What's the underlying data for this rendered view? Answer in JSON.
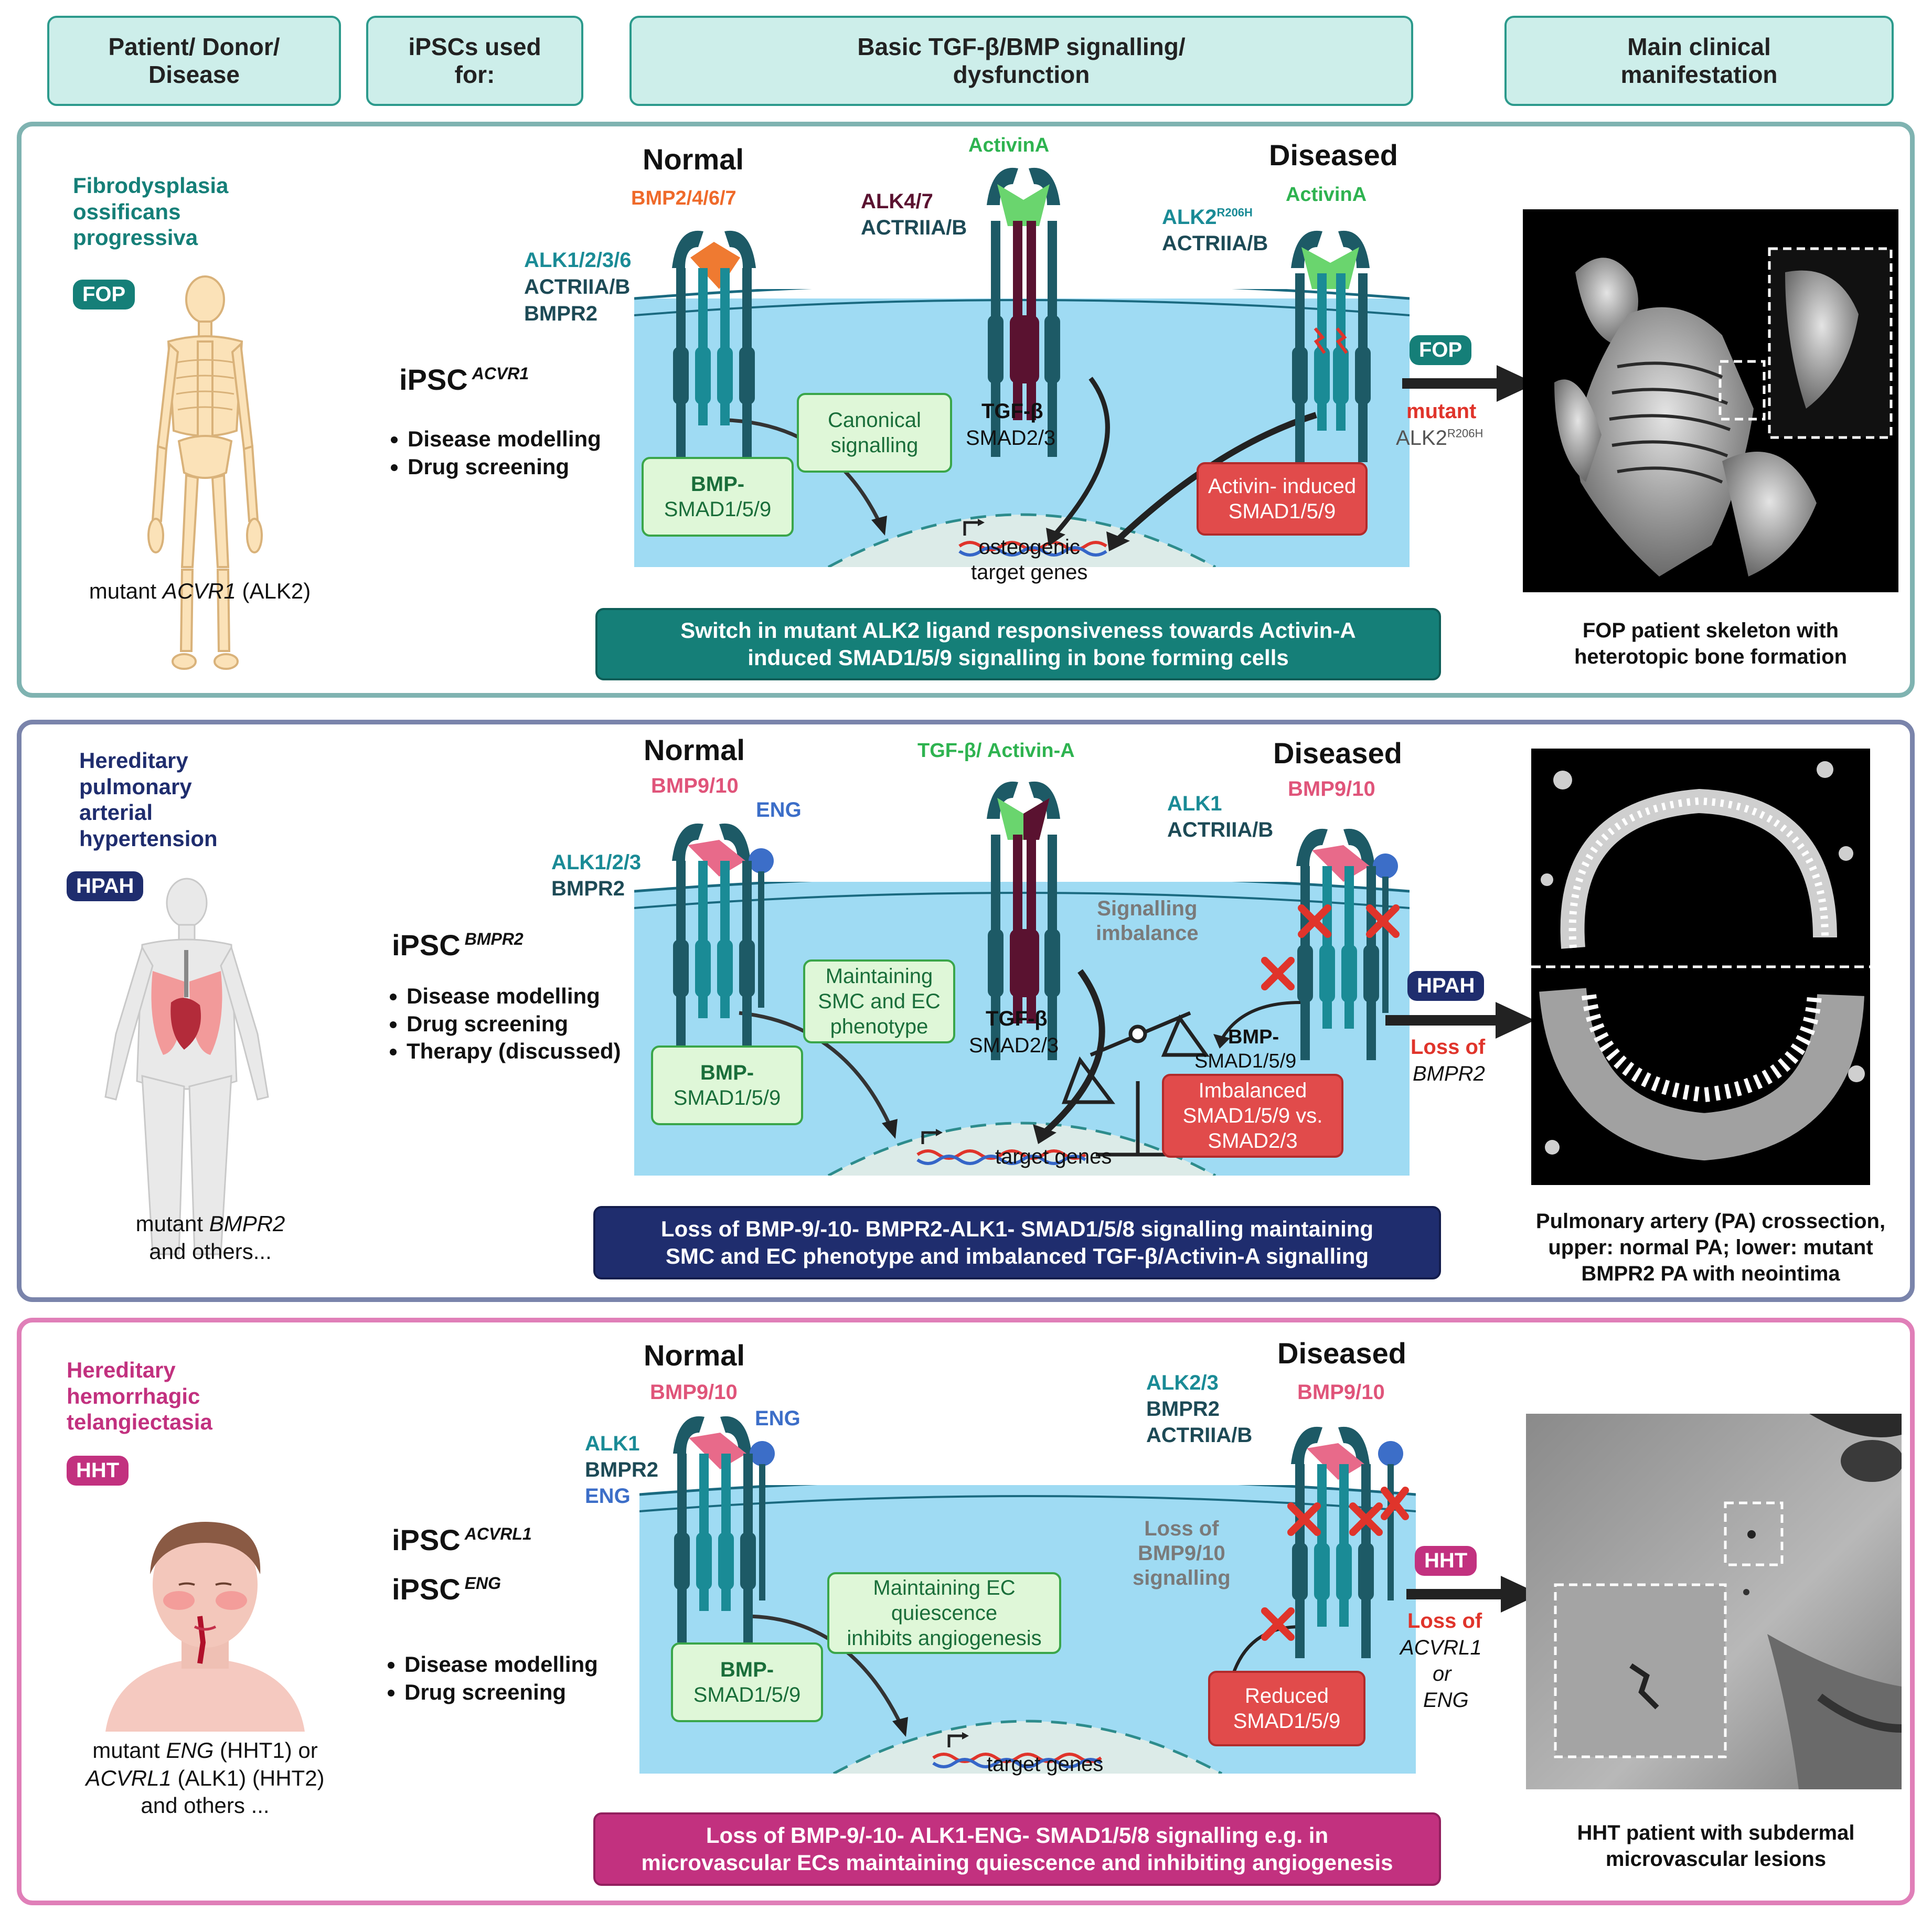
{
  "headers": {
    "patient": "Patient/ Donor/\nDisease",
    "ipsc": "iPSCs used\nfor:",
    "signalling": "Basic TGF-β/BMP signalling/\ndysfunction",
    "clinical": "Main clinical\nmanifestation"
  },
  "colors": {
    "teal": "#157f78",
    "navy": "#1f2d6e",
    "magenta": "#c2317f",
    "fop_border": "#7fb3b1",
    "hpah_border": "#7a84ab",
    "hht_border": "#e07fb8",
    "cell": "#9fdbf3"
  },
  "fop": {
    "disease": "Fibrodysplasia\nossificans\nprogressiva",
    "tag": "FOP",
    "mutant_prefix": "mutant ",
    "mutant_gene": "ACVR1",
    "mutant_suffix": " (ALK2)",
    "ipsc": "iPSC",
    "ipsc_sup": "ACVR1",
    "uses": [
      "Disease modelling",
      "Drug screening"
    ],
    "normal": "Normal",
    "diseased": "Diseased",
    "ligand_normal": "BMP2/4/6/7",
    "receptors_normal_1": "ALK1/2/3/6",
    "receptors_normal_2": "ACTRIIA/B",
    "receptors_normal_3": "BMPR2",
    "activin_center": "ActivinA",
    "alk47": "ALK4/7",
    "actriiab_center": "ACTRIIA/B",
    "alk2_label": "ALK2",
    "alk2_sup": "R206H",
    "actriiab_right": "ACTRIIA/B",
    "activin_right": "ActivinA",
    "canonical": "Canonical\nsignalling",
    "tgfb": "TGF-β",
    "smad23": "SMAD2/3",
    "bmp_smad_1": "BMP-",
    "bmp_smad_2": "SMAD1/5/9",
    "activin_induced": "Activin- induced\nSMAD1/5/9",
    "target": "osteogenic\ntarget genes",
    "banner": "Switch in mutant ALK2 ligand responsiveness towards Activin-A\ninduced SMAD1/5/9 signalling in bone forming cells",
    "arrow_tag": "FOP",
    "arrow_red": "mutant",
    "arrow_gray": "ALK2",
    "arrow_gray_sup": "R206H",
    "caption": "FOP patient skeleton with\nheterotopic bone formation"
  },
  "hpah": {
    "disease": "Hereditary\npulmonary\narterial\nhypertension",
    "tag": "HPAH",
    "mutant_prefix": "mutant ",
    "mutant_gene": "BMPR2",
    "mutant_suffix": "and others...",
    "ipsc": "iPSC",
    "ipsc_sup": "BMPR2",
    "uses": [
      "Disease modelling",
      "Drug screening",
      "Therapy (discussed)"
    ],
    "normal": "Normal",
    "diseased": "Diseased",
    "ligand_normal": "BMP9/10",
    "eng": "ENG",
    "receptors_normal_1": "ALK1/2/3",
    "receptors_normal_2": "BMPR2",
    "tgfb_activin": "TGF-β/ Activin-A",
    "alk1": "ALK1",
    "actriiab": "ACTRIIA/B",
    "ligand_right": "BMP9/10",
    "imbalance": "Signalling\nimbalance",
    "maintaining": "Maintaining\nSMC and EC\nphenotype",
    "tgfb": "TGF-β",
    "smad23": "SMAD2/3",
    "bmp_smad_1": "BMP-",
    "bmp_smad_2": "SMAD1/5/9",
    "bmp_right_1": "BMP-",
    "bmp_right_2": "SMAD1/5/9",
    "imbalanced": "Imbalanced\nSMAD1/5/9 vs.\nSMAD2/3",
    "target": "target genes",
    "banner": "Loss of  BMP-9/-10- BMPR2-ALK1- SMAD1/5/8 signalling maintaining\nSMC and EC phenotype and imbalanced TGF-β/Activin-A signalling",
    "arrow_tag": "HPAH",
    "arrow_red": "Loss of",
    "arrow_italic": "BMPR2",
    "caption": "Pulmonary artery (PA) crossection,\nupper: normal PA; lower: mutant\nBMPR2 PA with neointima"
  },
  "hht": {
    "disease": "Hereditary\nhemorrhagic\ntelangiectasia",
    "tag": "HHT",
    "mutant_line1_prefix": "mutant ",
    "mutant_line1_gene": "ENG",
    "mutant_line1_suffix": " (HHT1) or",
    "mutant_line2_gene": "ACVRL1",
    "mutant_line2_suffix": " (ALK1) (HHT2)",
    "mutant_line3": "and others ...",
    "ipsc1": "iPSC",
    "ipsc1_sup": "ACVRL1",
    "ipsc2": "iPSC",
    "ipsc2_sup": "ENG",
    "uses": [
      "Disease modelling",
      "Drug screening"
    ],
    "normal": "Normal",
    "diseased": "Diseased",
    "ligand_normal": "BMP9/10",
    "eng": "ENG",
    "receptors_normal_1": "ALK1",
    "receptors_normal_2": "BMPR2",
    "receptors_normal_3": "ENG",
    "receptors_right_1": "ALK2/3",
    "receptors_right_2": "BMPR2",
    "receptors_right_3": "ACTRIIA/B",
    "ligand_right": "BMP9/10",
    "loss": "Loss of\nBMP9/10\nsignalling",
    "maintaining": "Maintaining  EC\nquiescence\ninhibits angiogenesis",
    "bmp_smad_1": "BMP-",
    "bmp_smad_2": "SMAD1/5/9",
    "reduced": "Reduced\nSMAD1/5/9",
    "target": "target genes",
    "banner": "Loss of BMP-9/-10- ALK1-ENG- SMAD1/5/8 signalling e.g. in\nmicrovascular ECs maintaining quiescence and inhibiting angiogenesis",
    "arrow_tag": "HHT",
    "arrow_red": "Loss of",
    "arrow_italic1": "ACVRL1",
    "arrow_italic2": "or",
    "arrow_italic3": "ENG",
    "caption": "HHT patient with subdermal\nmicrovascular lesions"
  }
}
